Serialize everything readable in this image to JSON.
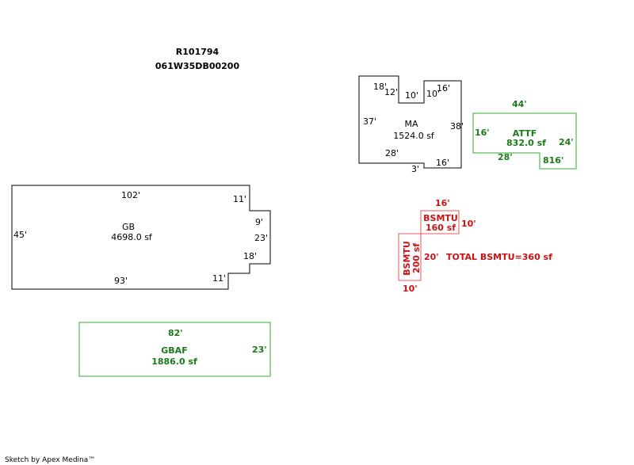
{
  "header": {
    "account": "R101794",
    "map_tax_lot": "061W35DB00200"
  },
  "colors": {
    "black": "#000000",
    "green": "#1a7a1a",
    "red": "#cc1111"
  },
  "areas": {
    "ma": {
      "code": "MA",
      "area": "1524.0 sf",
      "dims": [
        "18'",
        "12'",
        "10'",
        "10'",
        "16'",
        "37'",
        "38'",
        "28'",
        "3'",
        "16'"
      ]
    },
    "attf": {
      "code": "ATTF",
      "area": "832.0 sf",
      "dims": [
        "44'",
        "16'",
        "24'",
        "28'",
        "816'"
      ]
    },
    "gb": {
      "code": "GB",
      "area": "4698.0 sf",
      "dims": [
        "102'",
        "11'",
        "9'",
        "45'",
        "23'",
        "18'",
        "93'",
        "11'"
      ]
    },
    "bsmtu_upper": {
      "code": "BSMTU",
      "area": "160 sf",
      "dims": [
        "16'",
        "10'"
      ]
    },
    "bsmtu_lower": {
      "code": "BSMTU",
      "area": "200 sf",
      "dims": [
        "20'",
        "10'"
      ]
    },
    "bsmtu_total": "TOTAL BSMTU=360 sf",
    "gbaf": {
      "code": "GBAF",
      "area": "1886.0 sf",
      "dims": [
        "82'",
        "23'"
      ]
    }
  },
  "footer": {
    "credit": "Sketch by Apex Medina™"
  }
}
